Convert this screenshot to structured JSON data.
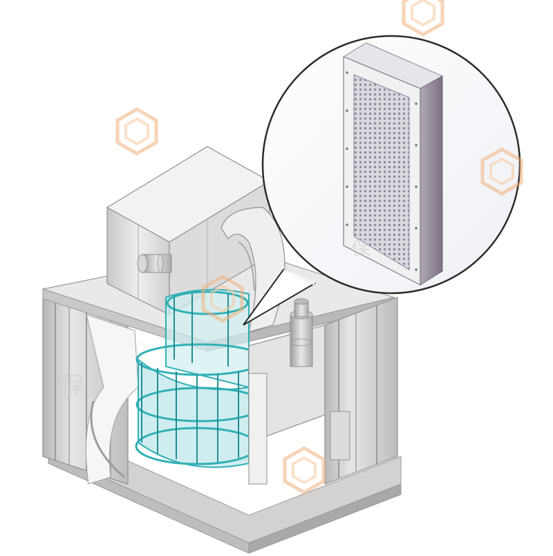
{
  "figure": {
    "main_unit": "modular-air-handling-equipment",
    "callout_component": "perforated-filter-module"
  },
  "colors": {
    "steel_light": "#eeeeee",
    "steel_mid": "#d6d6d6",
    "steel_dark": "#a9a9a9",
    "glass_frame": "#2fb0b6",
    "glass_fill": "#bfe7ea",
    "filter_side": "#8e8391",
    "watermark": "#f3b07a"
  },
  "watermark": {
    "icon": "hexagon-logo-icon",
    "text": "保"
  }
}
